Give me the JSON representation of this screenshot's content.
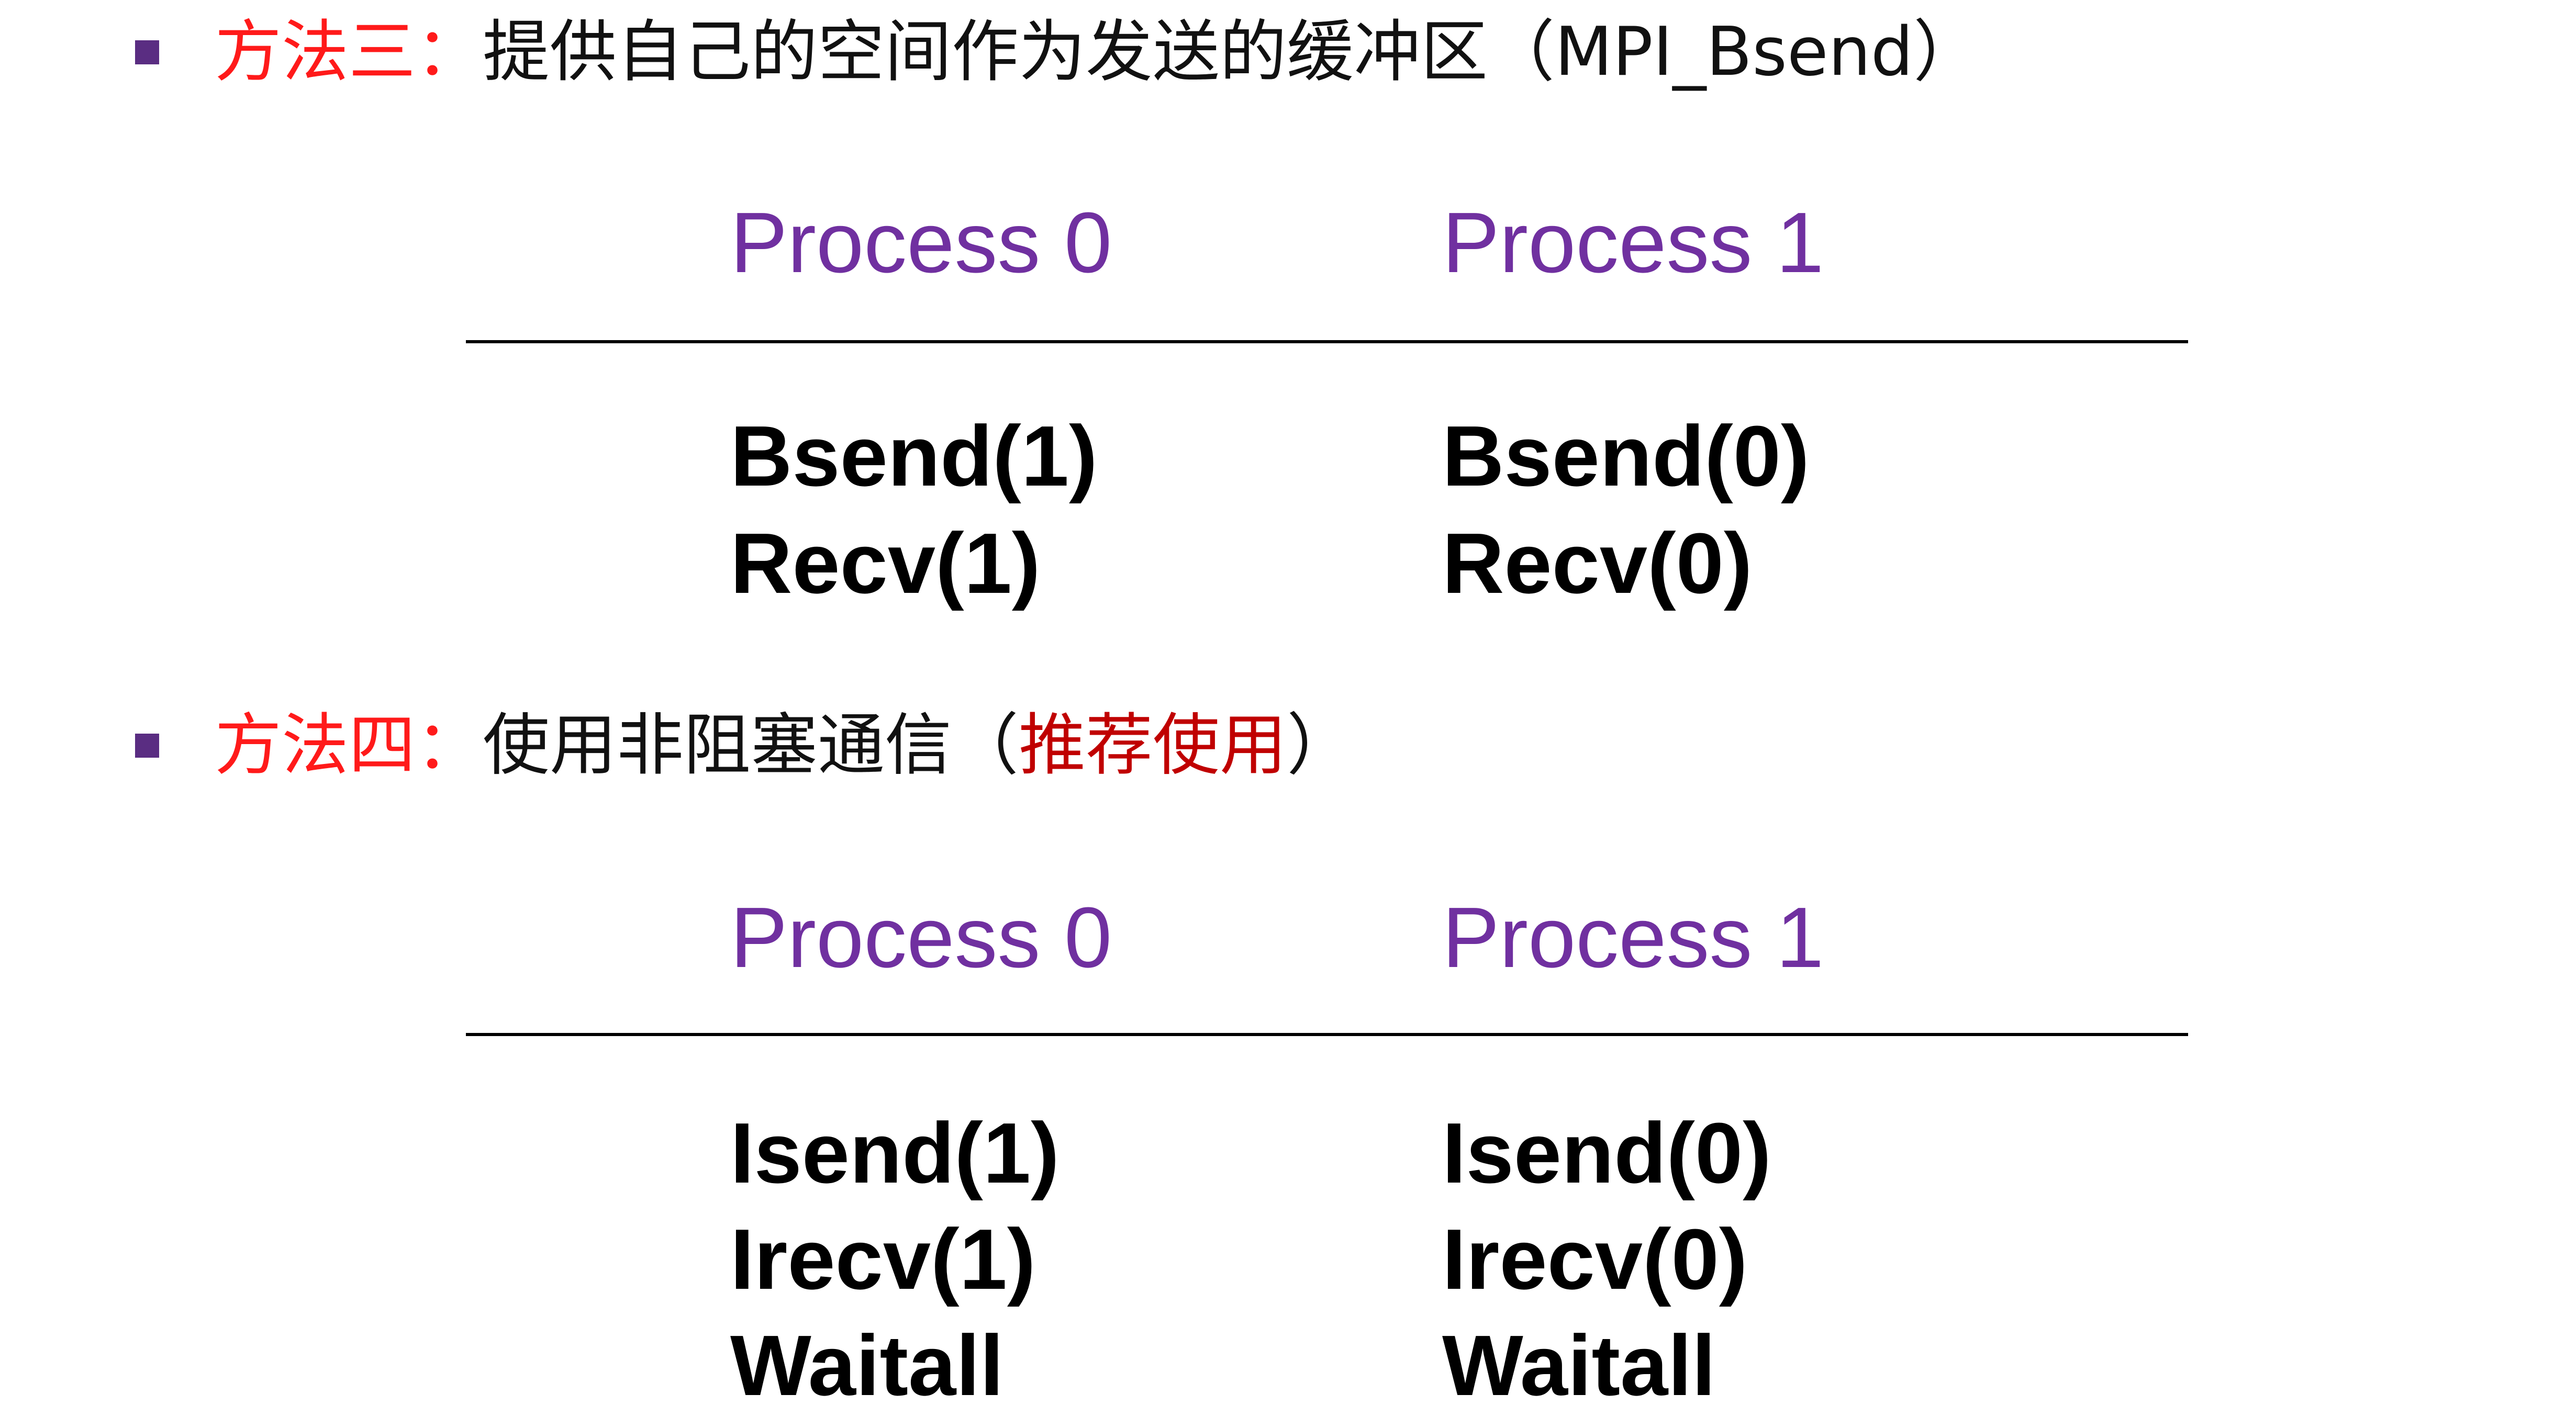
{
  "method3": {
    "label": "方法三：",
    "text": "提供自己的空间作为发送的缓冲区（MPI_Bsend）"
  },
  "table1": {
    "headers": [
      "Process 0",
      "Process 1"
    ],
    "process0": [
      "Bsend(1)",
      "Recv(1)"
    ],
    "process1": [
      "Bsend(0)",
      "Recv(0)"
    ]
  },
  "method4": {
    "label": "方法四：",
    "text_a": "使用非阻塞通信（",
    "recommend": "推荐使用",
    "text_b": "）"
  },
  "table2": {
    "headers": [
      "Process 0",
      "Process 1"
    ],
    "process0": [
      "Isend(1)",
      "Irecv(1)",
      "Waitall"
    ],
    "process1": [
      "Isend(0)",
      "Irecv(0)",
      "Waitall"
    ]
  },
  "colors": {
    "bullet": "#5a2d82",
    "label_red": "#ff1a1a",
    "recommend_red": "#c00000",
    "header_purple": "#7030a0"
  }
}
